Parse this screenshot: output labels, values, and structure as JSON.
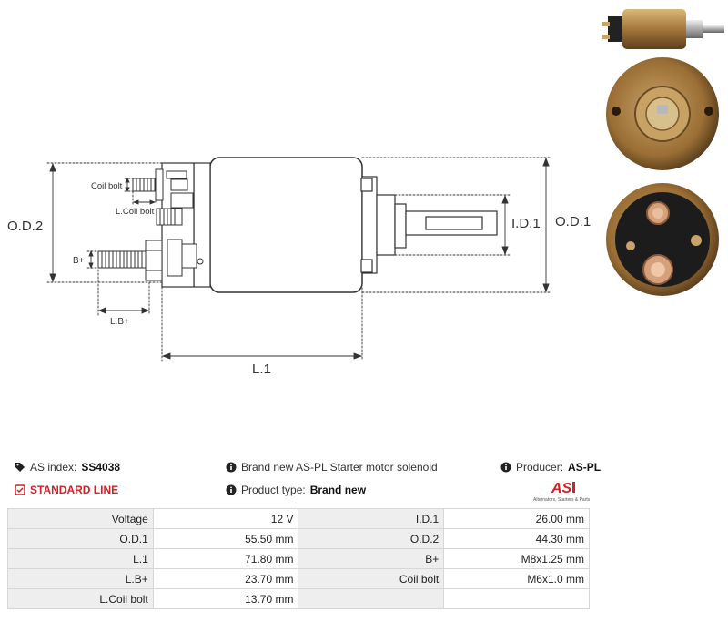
{
  "drawing": {
    "labels": {
      "od2": "O.D.2",
      "od1": "O.D.1",
      "id1": "I.D.1",
      "l1": "L.1",
      "lbplus": "L.B+",
      "bplus": "B+",
      "coil_bolt": "Coil bolt",
      "l_coil_bolt": "L.Coil bolt"
    }
  },
  "info": {
    "as_index_label": "AS index:",
    "as_index_value": "SS4038",
    "standard_line": "STANDARD LINE",
    "description": "Brand new AS-PL Starter motor solenoid",
    "product_type_label": "Product type:",
    "product_type_value": "Brand new",
    "producer_label": "Producer:",
    "producer_value": "AS-PL"
  },
  "logo": {
    "mark": "AS",
    "tagline": "Alternators, Starters & Parts",
    "accent": "#d32027"
  },
  "specs": {
    "rows": [
      {
        "k1": "Voltage",
        "v1": "12 V",
        "k2": "I.D.1",
        "v2": "26.00 mm"
      },
      {
        "k1": "O.D.1",
        "v1": "55.50 mm",
        "k2": "O.D.2",
        "v2": "44.30 mm"
      },
      {
        "k1": "L.1",
        "v1": "71.80 mm",
        "k2": "B+",
        "v2": "M8x1.25 mm"
      },
      {
        "k1": "L.B+",
        "v1": "23.70 mm",
        "k2": "Coil bolt",
        "v2": "M6x1.0 mm"
      },
      {
        "k1": "L.Coil bolt",
        "v1": "13.70 mm",
        "k2": "",
        "v2": ""
      }
    ]
  }
}
